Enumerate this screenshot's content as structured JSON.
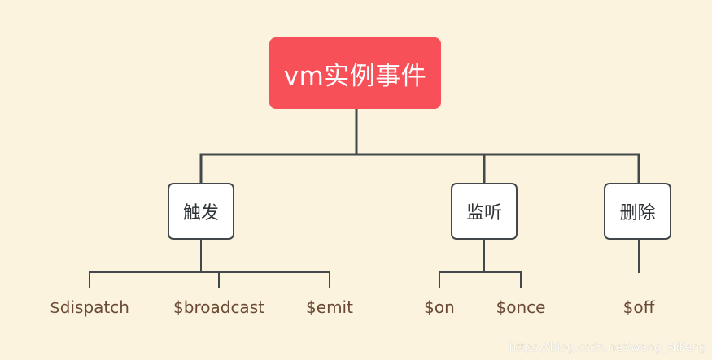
{
  "root": {
    "label": "vm实例事件"
  },
  "branches": [
    {
      "label": "触发",
      "items": [
        "$dispatch",
        "$broadcast",
        "$emit"
      ]
    },
    {
      "label": "监听",
      "items": [
        "$on",
        "$once"
      ]
    },
    {
      "label": "删除",
      "items": [
        "$off"
      ]
    }
  ],
  "watermark": "https://blog.csdn.net/wang_NiFeng",
  "colors": {
    "background": "#fbf3de",
    "root_fill": "#f85059",
    "connector": "#43484b",
    "leaf_text": "#6a4a34"
  }
}
